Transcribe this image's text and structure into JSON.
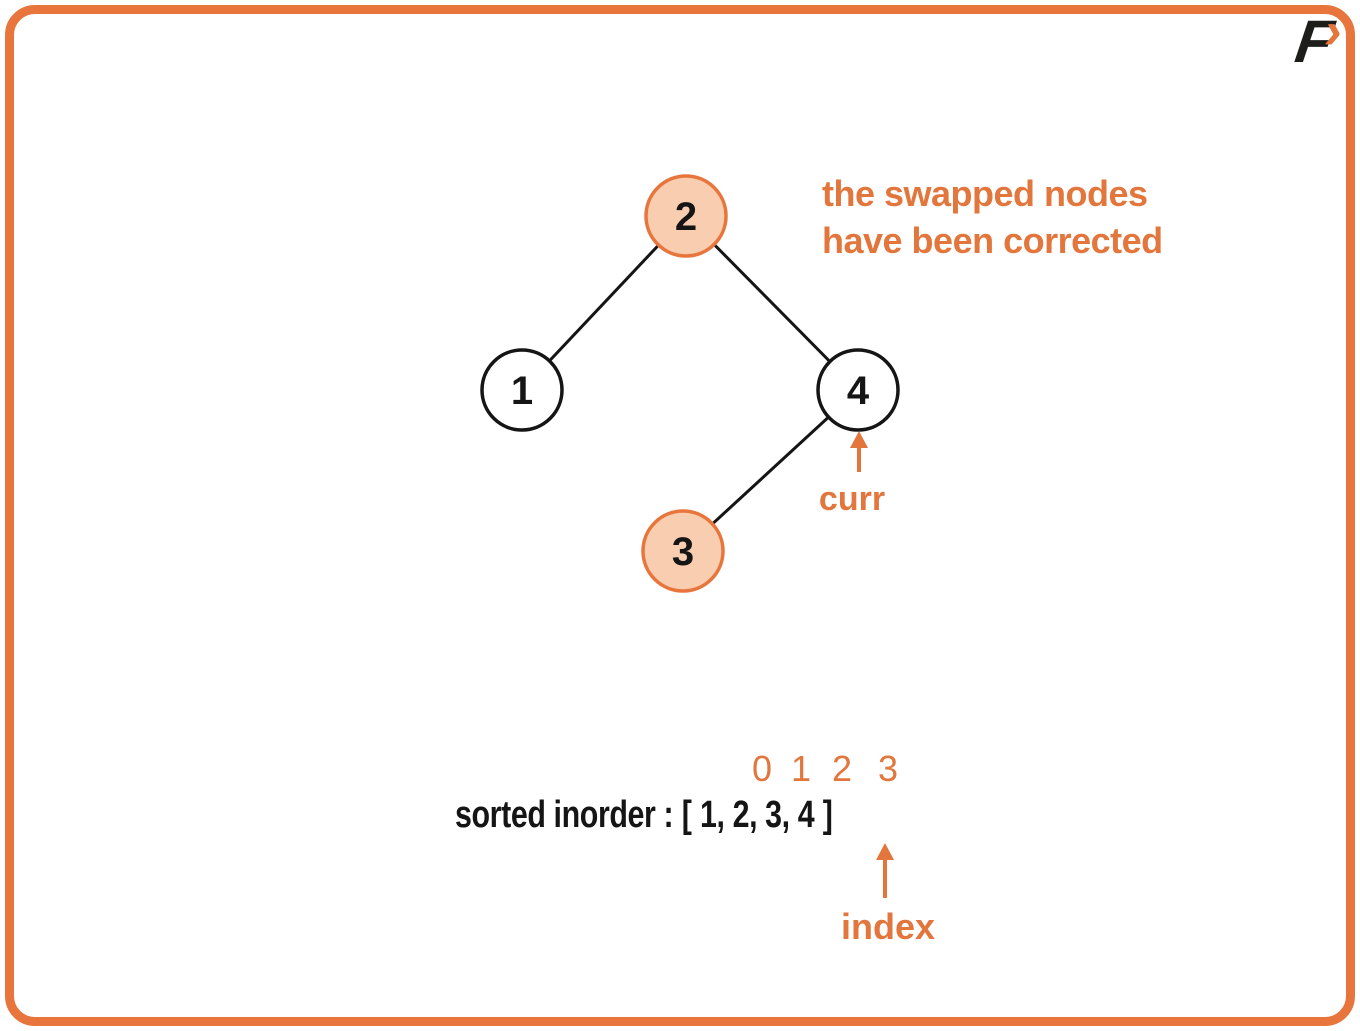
{
  "brand": {
    "letter": "F",
    "chevron": "›"
  },
  "tree": {
    "nodes": [
      {
        "id": "2",
        "label": "2",
        "highlighted": true
      },
      {
        "id": "1",
        "label": "1",
        "highlighted": false
      },
      {
        "id": "4",
        "label": "4",
        "highlighted": false
      },
      {
        "id": "3",
        "label": "3",
        "highlighted": true
      }
    ],
    "edges": [
      {
        "from": "2",
        "to": "1"
      },
      {
        "from": "2",
        "to": "4"
      },
      {
        "from": "4",
        "to": "3"
      }
    ]
  },
  "annotation": {
    "line1": "the swapped nodes",
    "line2": "have been corrected"
  },
  "pointers": {
    "curr": "curr",
    "index": "index"
  },
  "inorder": {
    "prefix": "sorted inorder :",
    "bracket_open": "[",
    "values": [
      "1",
      "2",
      "3",
      "4"
    ],
    "bracket_close": "]",
    "indices": [
      "0",
      "1",
      "2",
      "3"
    ]
  },
  "colors": {
    "accent": "#E2763C",
    "node_fill": "#F9CDB0",
    "node_stroke": "#E8763C",
    "ink": "#151515",
    "frame_border": "#E8763C"
  }
}
